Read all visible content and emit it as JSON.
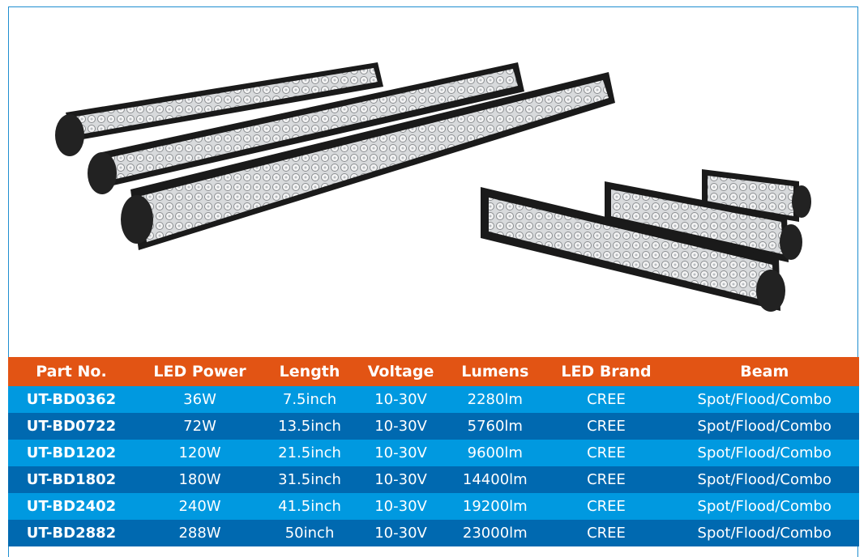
{
  "table": {
    "headers": [
      "Part No.",
      "LED Power",
      "Length",
      "Voltage",
      "Lumens",
      "LED Brand",
      "Beam"
    ],
    "rows": [
      [
        "UT-BD0362",
        "36W",
        "7.5inch",
        "10-30V",
        "2280lm",
        "CREE",
        "Spot/Flood/Combo"
      ],
      [
        "UT-BD0722",
        "72W",
        "13.5inch",
        "10-30V",
        "5760lm",
        "CREE",
        "Spot/Flood/Combo"
      ],
      [
        "UT-BD1202",
        "120W",
        "21.5inch",
        "10-30V",
        "9600lm",
        "CREE",
        "Spot/Flood/Combo"
      ],
      [
        "UT-BD1802",
        "180W",
        "31.5inch",
        "10-30V",
        "14400lm",
        "CREE",
        "Spot/Flood/Combo"
      ],
      [
        "UT-BD2402",
        "240W",
        "41.5inch",
        "10-30V",
        "19200lm",
        "CREE",
        "Spot/Flood/Combo"
      ],
      [
        "UT-BD2882",
        "288W",
        "50inch",
        "10-30V",
        "23000lm",
        "CREE",
        "Spot/Flood/Combo"
      ]
    ]
  },
  "colors": {
    "header": "#e25414",
    "row_light": "#0099e0",
    "row_dark": "#0069b0",
    "frame": "#1f8ed0"
  }
}
